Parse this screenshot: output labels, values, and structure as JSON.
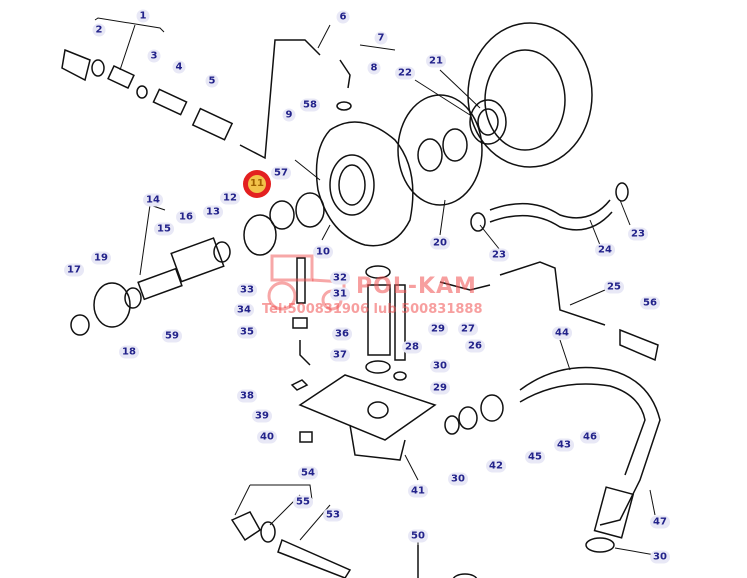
{
  "diagram": {
    "labels": [
      "1",
      "2",
      "3",
      "4",
      "5",
      "6",
      "7",
      "8",
      "9",
      "58",
      "57",
      "11",
      "12",
      "13",
      "14",
      "15",
      "16",
      "17",
      "18",
      "19",
      "59",
      "10",
      "20",
      "21",
      "22",
      "23",
      "23",
      "24",
      "25",
      "26",
      "27",
      "28",
      "29",
      "29",
      "30",
      "30",
      "30",
      "31",
      "32",
      "33",
      "34",
      "35",
      "36",
      "37",
      "38",
      "39",
      "40",
      "41",
      "42",
      "43",
      "44",
      "45",
      "46",
      "47",
      "50",
      "53",
      "54",
      "55",
      "56"
    ],
    "highlighted_label": "11",
    "highlight_color": "#e32020"
  },
  "watermark": {
    "brand": "POL-KAM",
    "phone": "Tel:500831906 lub 500831888"
  }
}
